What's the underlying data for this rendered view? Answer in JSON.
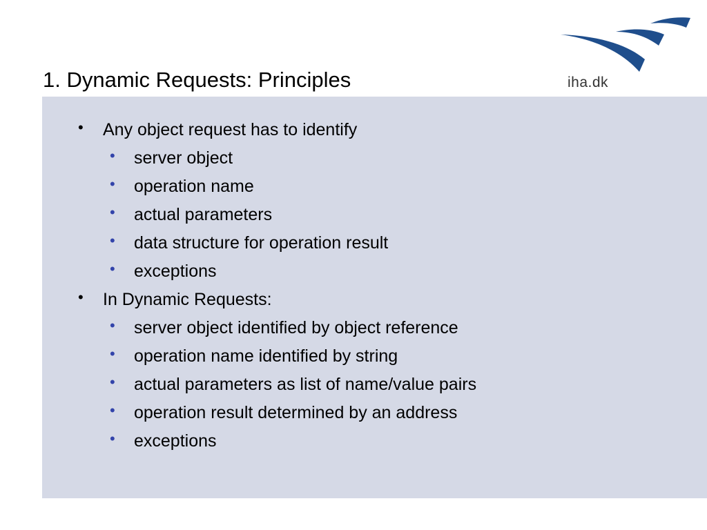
{
  "slide": {
    "title": "1. Dynamic Requests: Principles",
    "logo": {
      "text": "iha.dk",
      "color": "#1f4e8c"
    },
    "panel_color": "#d5d9e6",
    "bullet_symbol": "•",
    "bullets": [
      {
        "text": "Any object request has to identify",
        "sub": [
          "server object",
          "operation name",
          "actual parameters",
          "data structure for operation result",
          "exceptions"
        ]
      },
      {
        "text": "In Dynamic Requests:",
        "sub": [
          "server object identified by object reference",
          "operation name identified by string",
          "actual parameters as list of name/value pairs",
          "operation result determined by an address",
          "exceptions"
        ]
      }
    ]
  }
}
